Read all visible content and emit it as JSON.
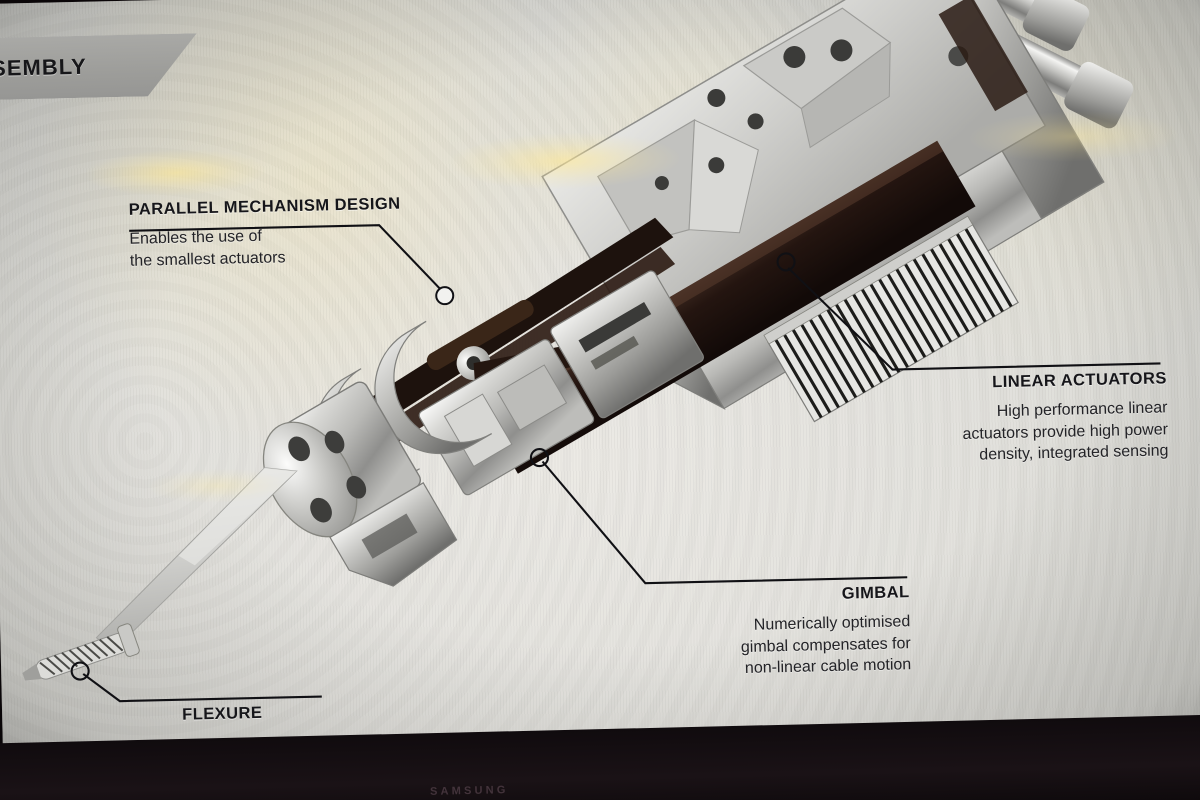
{
  "photo": {
    "device_brand": "SAMSUNG",
    "bezel_color": "#0a0608",
    "stand_color": "#7d1f3c"
  },
  "slide": {
    "header_title": "SSEMBLY",
    "header_band_color": "#a9a9a6",
    "background_color": "#e2e1dc",
    "title_color": "#16161a",
    "body_color": "#232327",
    "leader_color": "#101014"
  },
  "callouts": [
    {
      "id": "parallel-mechanism-design",
      "title": "PARALLEL MECHANISM DESIGN",
      "body": "Enables the use of\nthe smallest actuators",
      "align": "left",
      "marker": "filled-dot"
    },
    {
      "id": "linear-actuators",
      "title": "LINEAR ACTUATORS",
      "body": "High performance linear\nactuators provide high power\ndensity, integrated sensing",
      "align": "right",
      "marker": "hollow-circle"
    },
    {
      "id": "gimbal",
      "title": "GIMBAL",
      "body": "Numerically optimised\ngimbal compensates for\nnon-linear cable motion",
      "align": "right",
      "marker": "hollow-circle"
    },
    {
      "id": "flexure",
      "title": "FLEXURE",
      "body": "",
      "align": "left",
      "marker": "hollow-circle"
    }
  ],
  "mechanism": {
    "subject": "surgical instrument drive assembly cutaway render",
    "finish": "machined aluminium",
    "parts": [
      "actuator rods",
      "chassis frame",
      "ribbed linear actuator stack",
      "parallel linkage bars",
      "gimbal hub",
      "flexure cable tip"
    ]
  }
}
